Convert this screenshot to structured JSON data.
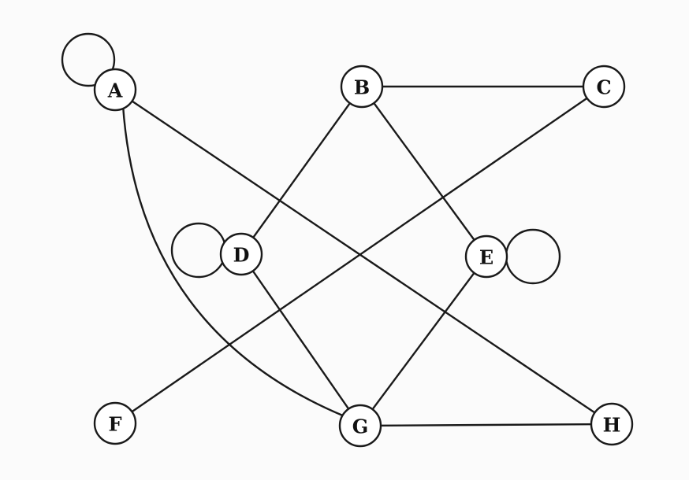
{
  "graph": {
    "colors": {
      "stroke": "#1a1a1a",
      "node_fill": "#ffffff",
      "background": "#fbfbfb"
    },
    "nodes": [
      {
        "id": "A",
        "label": "A"
      },
      {
        "id": "B",
        "label": "B"
      },
      {
        "id": "C",
        "label": "C"
      },
      {
        "id": "D",
        "label": "D"
      },
      {
        "id": "E",
        "label": "E"
      },
      {
        "id": "F",
        "label": "F"
      },
      {
        "id": "G",
        "label": "G"
      },
      {
        "id": "H",
        "label": "H"
      }
    ],
    "edges": [
      {
        "from": "A",
        "to": "A"
      },
      {
        "from": "A",
        "to": "H"
      },
      {
        "from": "A",
        "to": "G"
      },
      {
        "from": "B",
        "to": "C"
      },
      {
        "from": "B",
        "to": "D"
      },
      {
        "from": "B",
        "to": "E"
      },
      {
        "from": "C",
        "to": "F"
      },
      {
        "from": "D",
        "to": "D"
      },
      {
        "from": "D",
        "to": "G"
      },
      {
        "from": "E",
        "to": "E"
      },
      {
        "from": "E",
        "to": "G"
      },
      {
        "from": "G",
        "to": "H"
      }
    ]
  }
}
